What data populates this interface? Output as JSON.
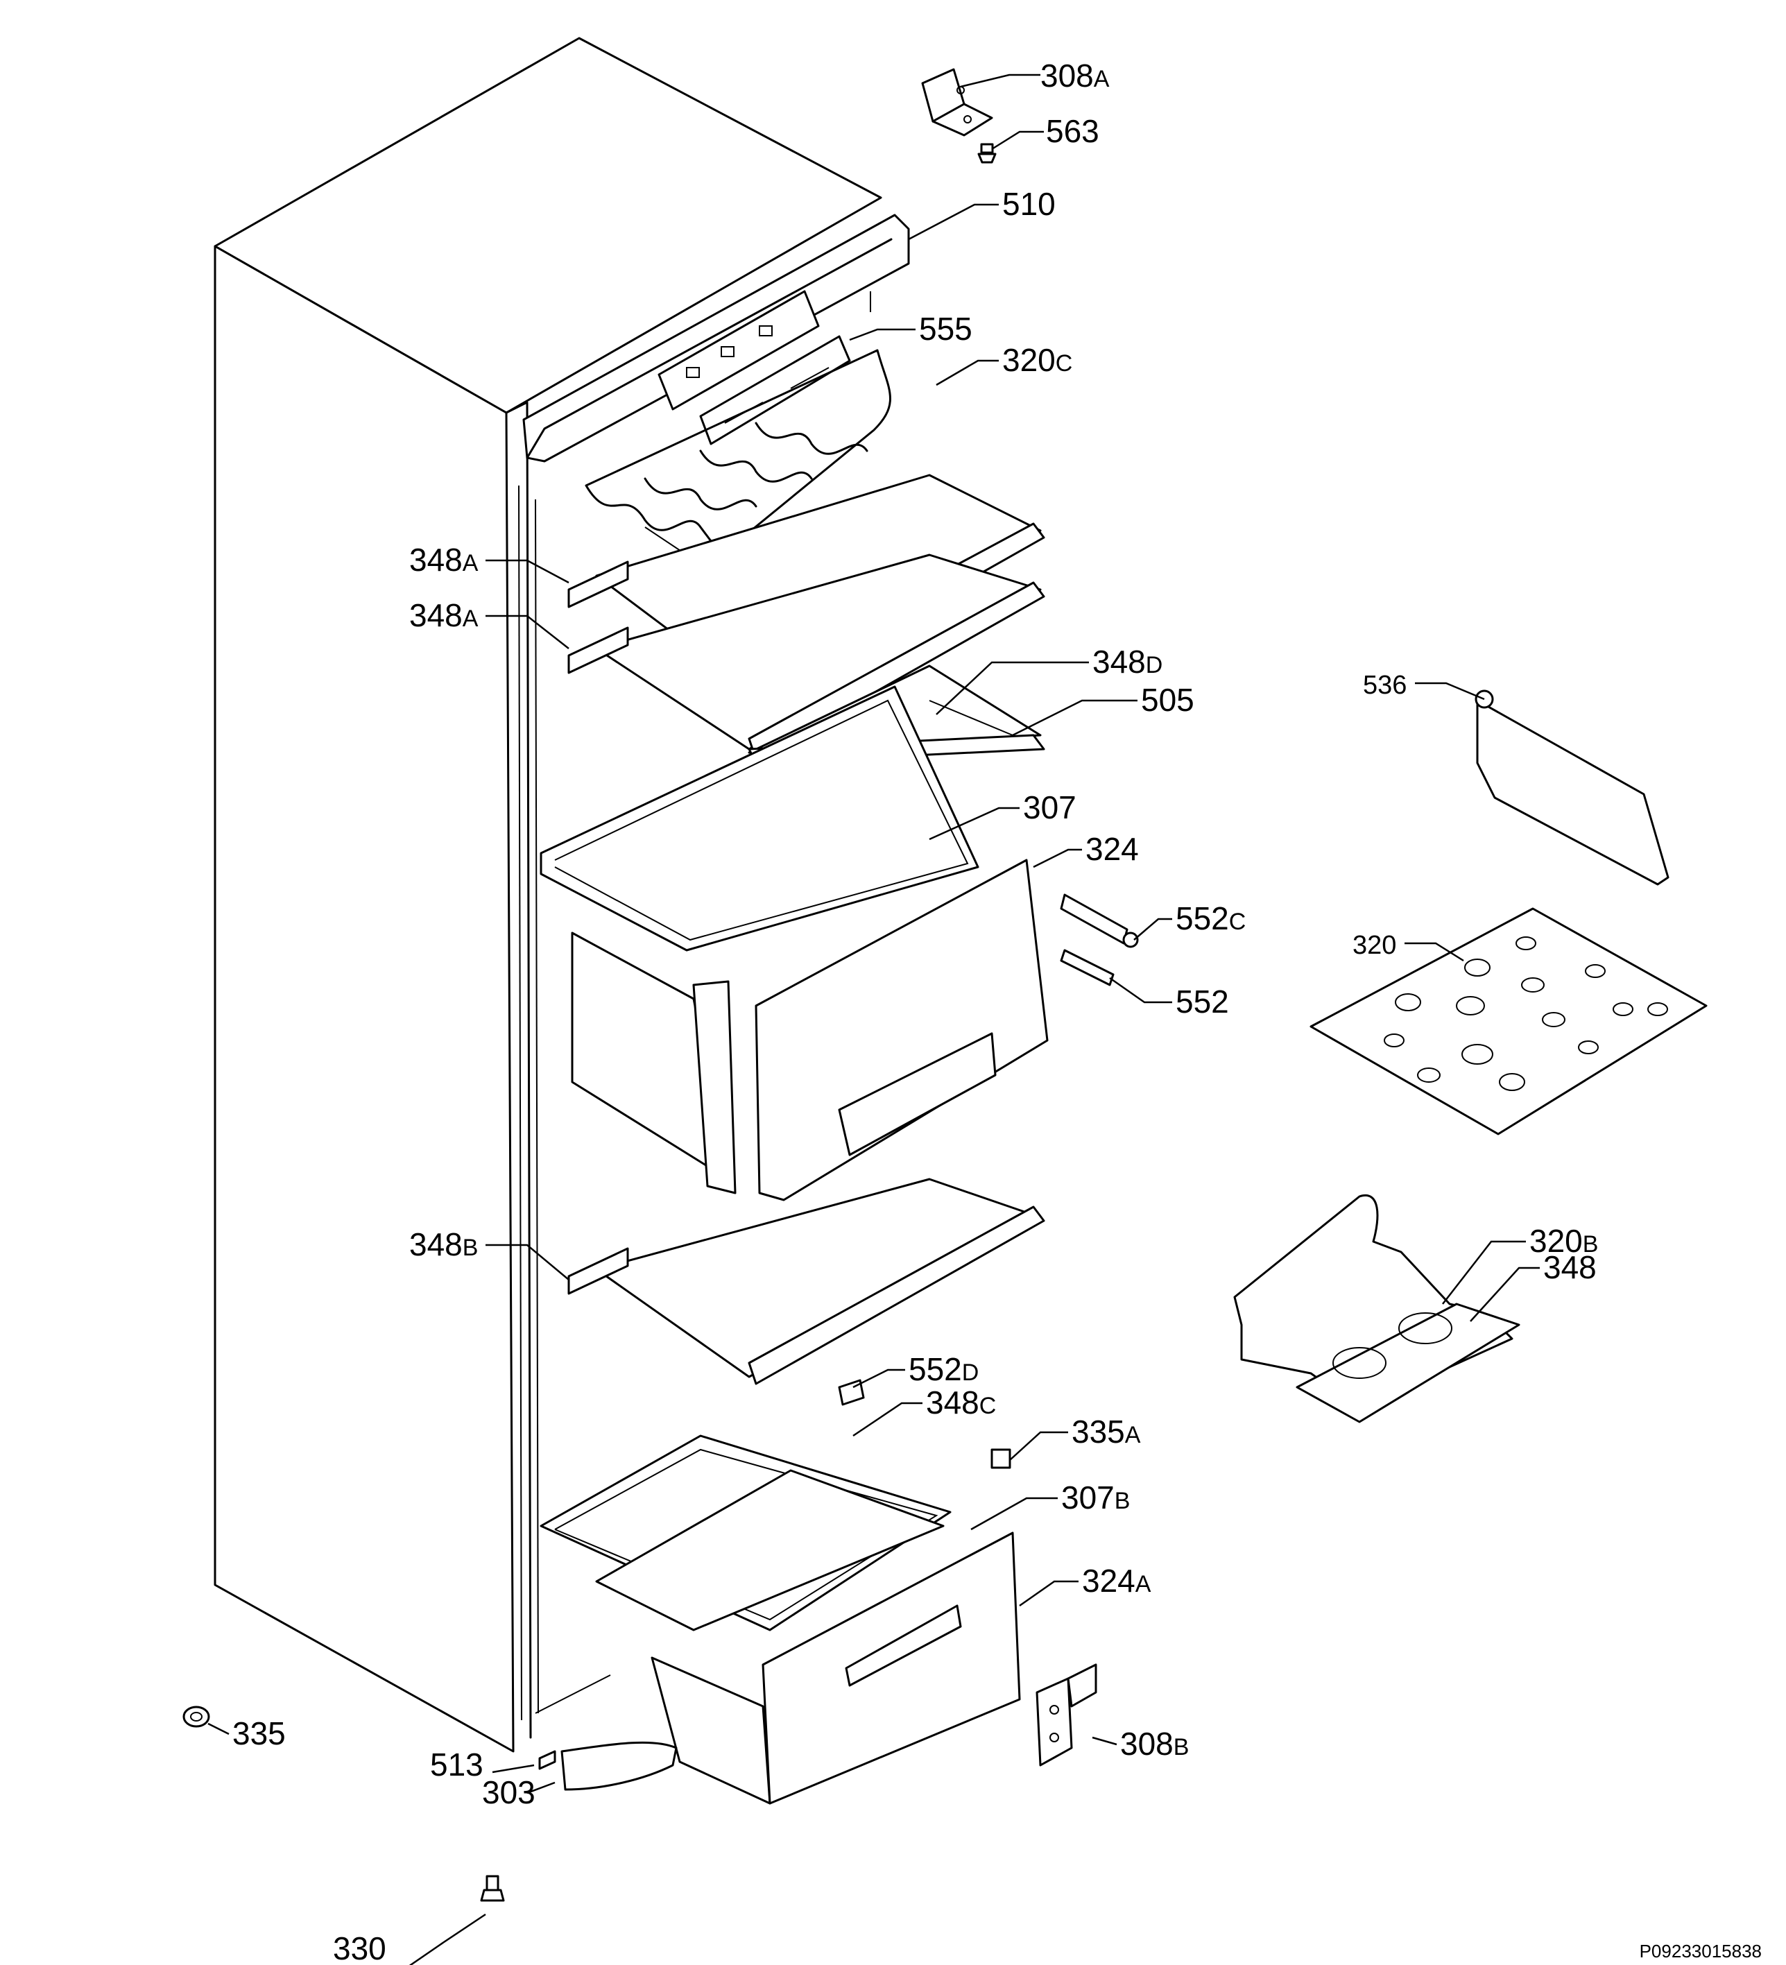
{
  "labels": {
    "l308a": {
      "num": "308",
      "sfx": "A"
    },
    "l563": {
      "num": "563",
      "sfx": ""
    },
    "l510": {
      "num": "510",
      "sfx": ""
    },
    "l555": {
      "num": "555",
      "sfx": ""
    },
    "l320c": {
      "num": "320",
      "sfx": "C"
    },
    "l348a1": {
      "num": "348",
      "sfx": "A"
    },
    "l348a2": {
      "num": "348",
      "sfx": "A"
    },
    "l348d": {
      "num": "348",
      "sfx": "D"
    },
    "l505": {
      "num": "505",
      "sfx": ""
    },
    "l307": {
      "num": "307",
      "sfx": ""
    },
    "l324": {
      "num": "324",
      "sfx": ""
    },
    "l552c": {
      "num": "552",
      "sfx": "C"
    },
    "l552": {
      "num": "552",
      "sfx": ""
    },
    "l536": {
      "num": "536",
      "sfx": ""
    },
    "l320": {
      "num": "320",
      "sfx": ""
    },
    "l348b": {
      "num": "348",
      "sfx": "B"
    },
    "l320b": {
      "num": "320",
      "sfx": "B"
    },
    "l348": {
      "num": "348",
      "sfx": ""
    },
    "l552d": {
      "num": "552",
      "sfx": "D"
    },
    "l348c": {
      "num": "348",
      "sfx": "C"
    },
    "l335a": {
      "num": "335",
      "sfx": "A"
    },
    "l307b": {
      "num": "307",
      "sfx": "B"
    },
    "l324a": {
      "num": "324",
      "sfx": "A"
    },
    "l335": {
      "num": "335",
      "sfx": ""
    },
    "l308b": {
      "num": "308",
      "sfx": "B"
    },
    "l513": {
      "num": "513",
      "sfx": ""
    },
    "l303": {
      "num": "303",
      "sfx": ""
    },
    "l330": {
      "num": "330",
      "sfx": ""
    }
  },
  "drawing_code": "P09233015838"
}
